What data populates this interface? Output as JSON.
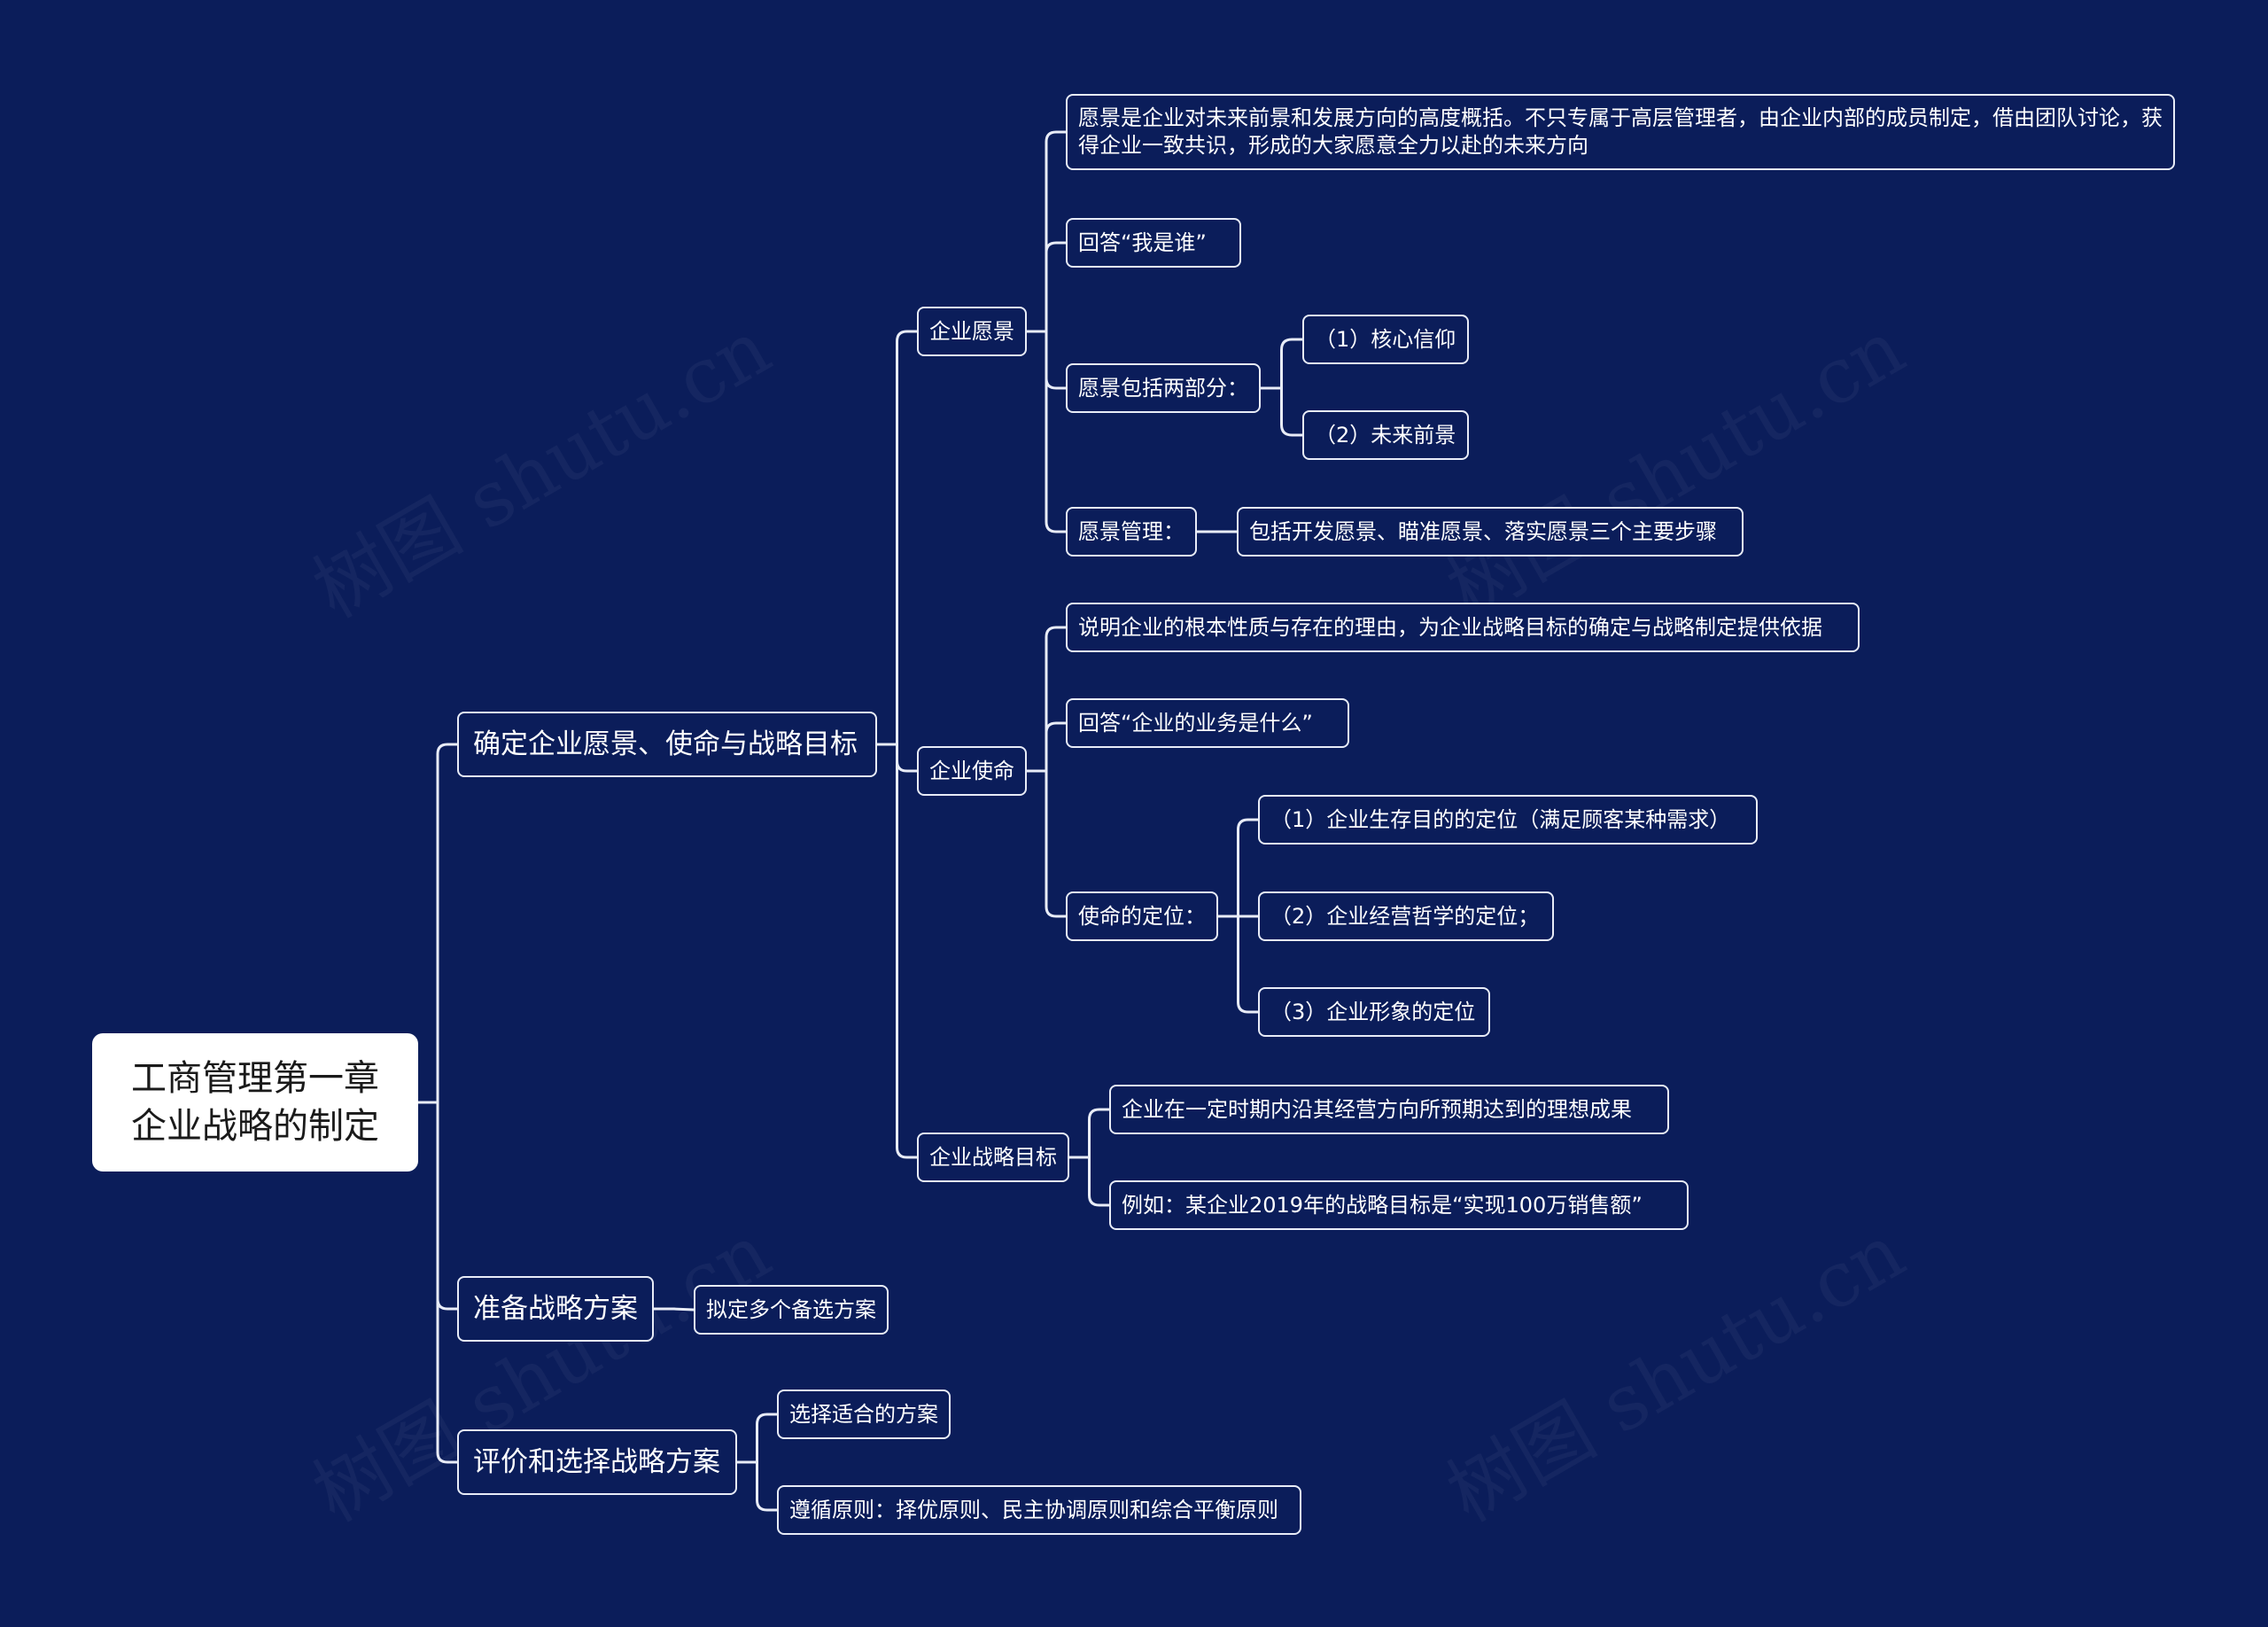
{
  "root": {
    "line1": "工商管理第一章",
    "line2": "企业战略的制定"
  },
  "branches": {
    "b1": {
      "label": "确定企业愿景、使命与战略目标",
      "vision": {
        "label": "企业愿景",
        "definition": "愿景是企业对未来前景和发展方向的高度概括。不只专属于高层管理者，由企业内部的成员制定，借由团队讨论，获得企业一致共识，形成的大家愿意全力以赴的未来方向",
        "answer": "回答“我是谁”",
        "parts": {
          "label": "愿景包括两部分：",
          "p1": "（1）核心信仰",
          "p2": "（2）未来前景"
        },
        "management": {
          "label": "愿景管理：",
          "detail": "包括开发愿景、瞄准愿景、落实愿景三个主要步骤"
        }
      },
      "mission": {
        "label": "企业使命",
        "definition": "说明企业的根本性质与存在的理由，为企业战略目标的确定与战略制定提供依据",
        "answer": "回答“企业的业务是什么”",
        "positioning": {
          "label": "使命的定位：",
          "p1": "（1）企业生存目的的定位（满足顾客某种需求）",
          "p2": "（2）企业经营哲学的定位；",
          "p3": "（3）企业形象的定位"
        }
      },
      "goal": {
        "label": "企业战略目标",
        "definition": "企业在一定时期内沿其经营方向所预期达到的理想成果",
        "example": "例如：某企业2019年的战略目标是“实现100万销售额”"
      }
    },
    "b2": {
      "label": "准备战略方案",
      "detail": "拟定多个备选方案"
    },
    "b3": {
      "label": "评价和选择战略方案",
      "c1": "选择适合的方案",
      "c2": "遵循原则：择优原则、民主协调原则和综合平衡原则"
    }
  },
  "watermark": "树图 shutu.cn",
  "colors": {
    "background": "#0b1d5a",
    "line": "#e8ecf7",
    "root_fill": "#ffffff"
  }
}
